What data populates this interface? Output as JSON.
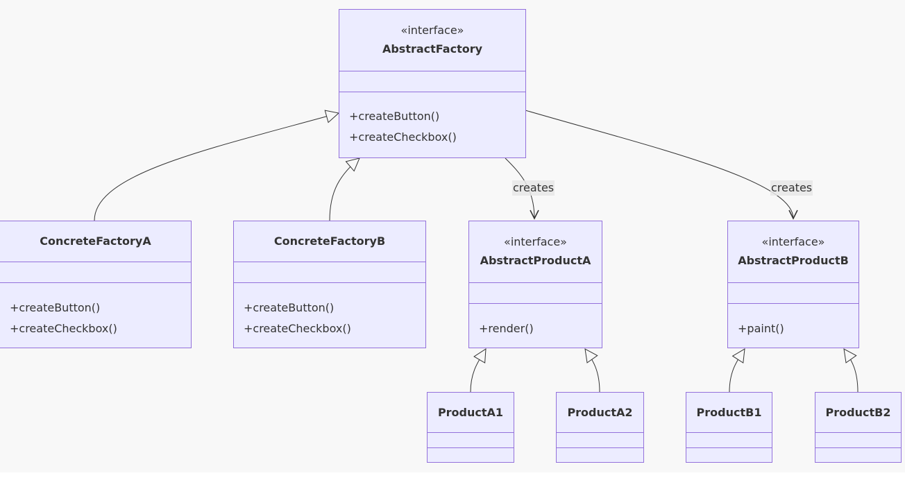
{
  "diagram": {
    "classes": {
      "abstract_factory": {
        "stereotype": "«interface»",
        "name": "AbstractFactory",
        "methods": [
          "+createButton()",
          "+createCheckbox()"
        ]
      },
      "concrete_factory_a": {
        "name": "ConcreteFactoryA",
        "methods": [
          "+createButton()",
          "+createCheckbox()"
        ]
      },
      "concrete_factory_b": {
        "name": "ConcreteFactoryB",
        "methods": [
          "+createButton()",
          "+createCheckbox()"
        ]
      },
      "abstract_product_a": {
        "stereotype": "«interface»",
        "name": "AbstractProductA",
        "methods": [
          "+render()"
        ]
      },
      "abstract_product_b": {
        "stereotype": "«interface»",
        "name": "AbstractProductB",
        "methods": [
          "+paint()"
        ]
      },
      "product_a1": {
        "name": "ProductA1"
      },
      "product_a2": {
        "name": "ProductA2"
      },
      "product_b1": {
        "name": "ProductB1"
      },
      "product_b2": {
        "name": "ProductB2"
      }
    },
    "relations": [
      {
        "from": "ConcreteFactoryA",
        "to": "AbstractFactory",
        "kind": "realization"
      },
      {
        "from": "ConcreteFactoryB",
        "to": "AbstractFactory",
        "kind": "realization"
      },
      {
        "from": "AbstractFactory",
        "to": "AbstractProductA",
        "kind": "dependency",
        "label": "creates"
      },
      {
        "from": "AbstractFactory",
        "to": "AbstractProductB",
        "kind": "dependency",
        "label": "creates"
      },
      {
        "from": "ProductA1",
        "to": "AbstractProductA",
        "kind": "realization"
      },
      {
        "from": "ProductA2",
        "to": "AbstractProductA",
        "kind": "realization"
      },
      {
        "from": "ProductB1",
        "to": "AbstractProductB",
        "kind": "realization"
      },
      {
        "from": "ProductB2",
        "to": "AbstractProductB",
        "kind": "realization"
      }
    ],
    "colors": {
      "node_fill": "#ececff",
      "node_border": "#9370db",
      "edge": "#333333",
      "background": "#f8f8f8"
    }
  }
}
